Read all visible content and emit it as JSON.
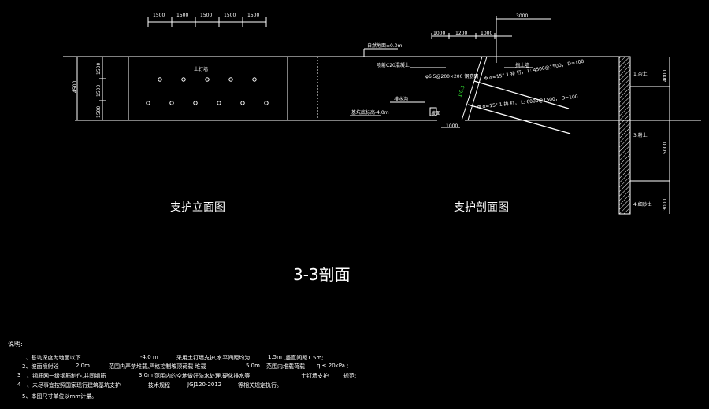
{
  "titles": {
    "elevation": "支护立面图",
    "section": "支护剖面图",
    "drawing": "3-3剖面"
  },
  "dims_top": [
    "1500",
    "1500",
    "1500",
    "1500",
    "1500"
  ],
  "dims_left": [
    "1500",
    "1500",
    "1500",
    "4500"
  ],
  "elevation_label": "土钉墙",
  "section": {
    "dim_ramp": [
      "1000",
      "1200",
      "1000",
      "3000"
    ],
    "ground_label": "自然地面±0.0m",
    "pit_bottom": "基坑底标高-4.0m",
    "drain_label": "排水沟",
    "toe_dim": "1000",
    "slope_ratio": "1:0.3",
    "nail_row1": "Φ  α=15°  1 排 钉， L: 4500@1500， D=100",
    "nail_row2": "Φ  α=15°  1 排 钉， L: 6000@1500， D=100",
    "mesh_note": "φ6.5@200×200 钢筋网",
    "top_note": "喷射C20混凝土",
    "right_strata": [
      "1.杂土",
      "3.粉土",
      "4.细砂土"
    ],
    "right_dims": [
      "4000",
      "5000",
      "3000"
    ],
    "pipe_label": "挡土墙",
    "face_label": "坡面"
  },
  "notes": {
    "header": "说明:",
    "lines": [
      {
        "a": "1、基坑深度为地面以下",
        "b": "-4.0  m",
        "c": "采用土钉墙支护,水平间距均为",
        "d": "1.5m",
        "e": ",竖直间距1.5m;"
      },
      {
        "a": "2、坡面喷射砼",
        "b": "2.0m",
        "c": "范围内严禁堆载,严格控制坡顶荷载 堆载",
        "d": "5.0m",
        "e": "范围内堆载荷载",
        "f": "q ≤ 20kPa ;"
      },
      {
        "a": "3",
        "b": "、钢筋网一级钢筋制作,并同钢筋",
        "c": "3.0m",
        "d": "范围内的空地做好防水处理,硬化排水等;",
        "e": "土钉墙支护",
        "f": "规范;"
      },
      {
        "a": "4",
        "b": "、未尽事宜按照国家现行建筑基坑支护",
        "c": "技术规程",
        "d": "JGJ120-2012",
        "e": "等相关规定执行。"
      },
      {
        "a": "5、本图尺寸单位以mm计量。"
      }
    ]
  }
}
